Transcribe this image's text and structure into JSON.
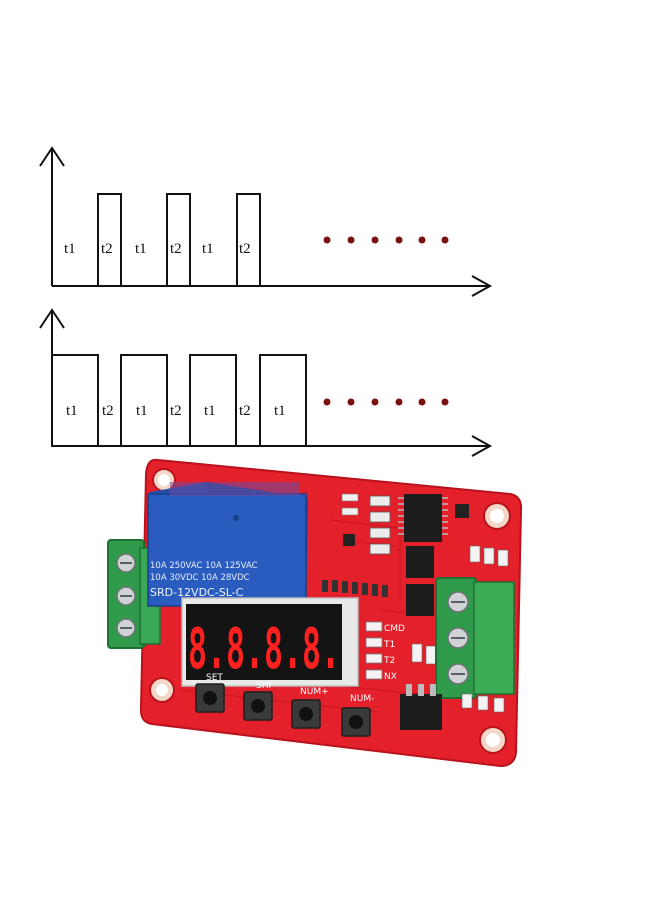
{
  "waveform_top": {
    "labels": [
      "t1",
      "t2",
      "t1",
      "t2",
      "t1",
      "t2"
    ]
  },
  "waveform_bottom": {
    "labels": [
      "t1",
      "t2",
      "t1",
      "t2",
      "t1",
      "t2",
      "t1"
    ]
  },
  "colors": {
    "line": "#111111",
    "dots": "#7a1010",
    "pcb": "#e4202a",
    "relay": "#2a5cc0",
    "terminal": "#2f9a4a",
    "display": "#ff2020"
  },
  "board": {
    "relay_lines": [
      "10A 250VAC  10A 125VAC",
      "10A  30VDC  10A  28VDC"
    ],
    "relay_model": "SRD-12VDC-SL-C",
    "display_digits": "8.8.8.8.",
    "indicators": [
      "CMD",
      "T1",
      "T2",
      "NX"
    ],
    "buttons": [
      "SET",
      "SHI",
      "NUM+",
      "NUM-"
    ]
  }
}
